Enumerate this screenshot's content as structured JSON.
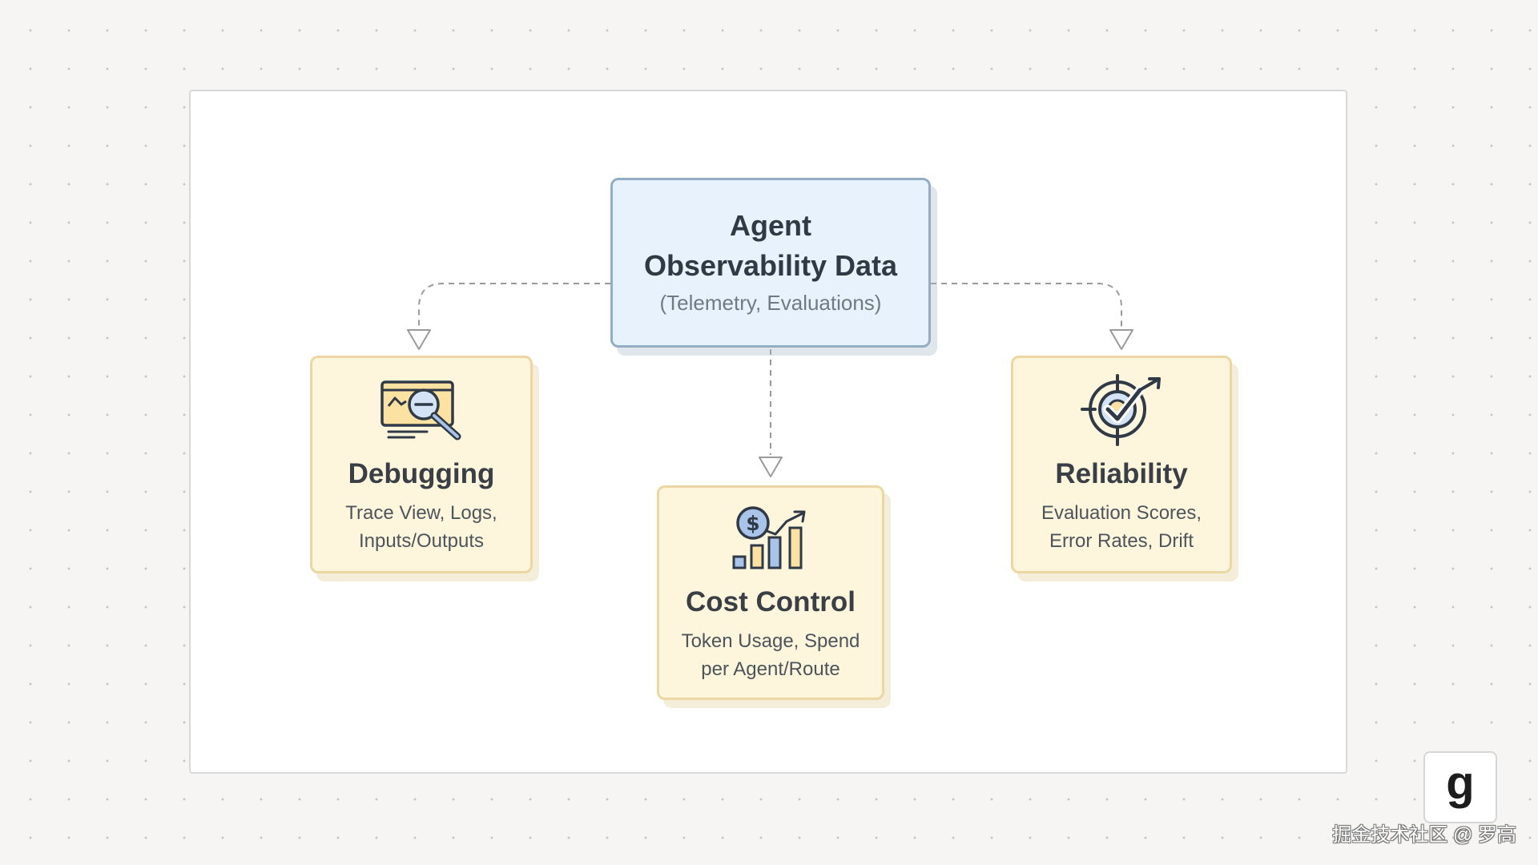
{
  "diagram": {
    "root": {
      "title_line1": "Agent",
      "title_line2": "Observability Data",
      "subtitle": "(Telemetry, Evaluations)"
    },
    "nodes": [
      {
        "title": "Debugging",
        "desc_line1": "Trace View, Logs,",
        "desc_line2": "Inputs/Outputs",
        "icon": "magnifier-dashboard-icon"
      },
      {
        "title": "Cost Control",
        "desc_line1": "Token Usage, Spend",
        "desc_line2": "per Agent/Route",
        "icon": "dollar-bar-chart-icon"
      },
      {
        "title": "Reliability",
        "desc_line1": "Evaluation Scores,",
        "desc_line2": "Error Rates, Drift",
        "icon": "target-check-icon"
      }
    ],
    "colors": {
      "root_fill": "#e8f2fd",
      "root_border": "#93adc5",
      "card_fill": "#fdf6dd",
      "card_border": "#ecd7a3",
      "connector": "#9a9a9a"
    }
  },
  "branding": {
    "logo_glyph": "g",
    "watermark": "掘金技术社区 @ 罗高"
  }
}
